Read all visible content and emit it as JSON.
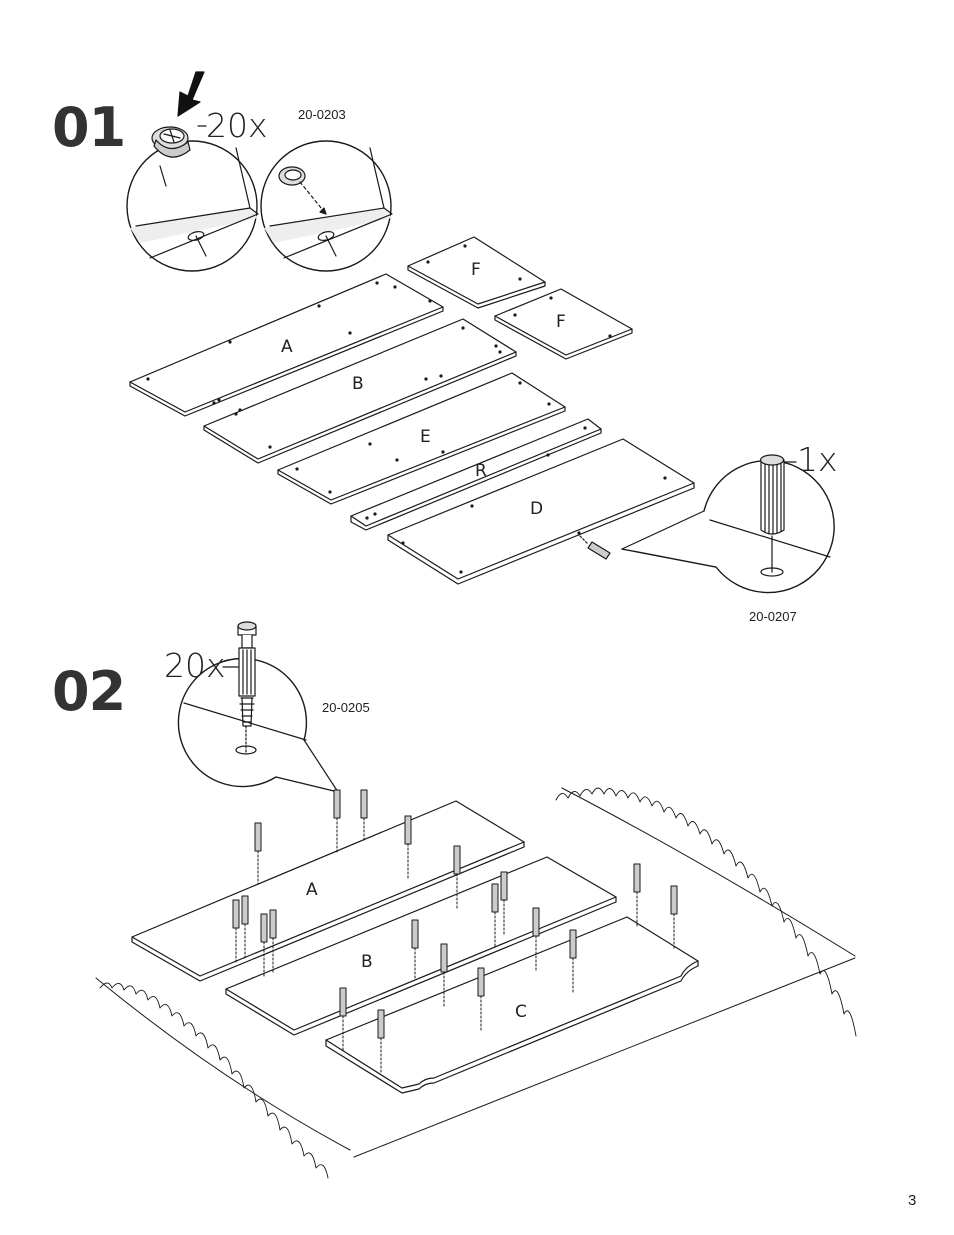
{
  "page_number": "3",
  "colors": {
    "line": "#1a1a1a",
    "step_number": "#333333"
  },
  "step1": {
    "number": "01",
    "cam_lock": {
      "quantity": "20x",
      "part_code": "20-0203",
      "icon": "cam-lock-icon"
    },
    "dowel": {
      "quantity": "1x",
      "part_code": "20-0207",
      "icon": "wooden-dowel-icon"
    },
    "panels": [
      "F",
      "F",
      "A",
      "B",
      "E",
      "R",
      "D"
    ]
  },
  "step2": {
    "number": "02",
    "cam_bolt": {
      "quantity": "20x",
      "part_code": "20-0205",
      "icon": "cam-bolt-icon"
    },
    "panels": [
      "A",
      "B",
      "C"
    ]
  }
}
